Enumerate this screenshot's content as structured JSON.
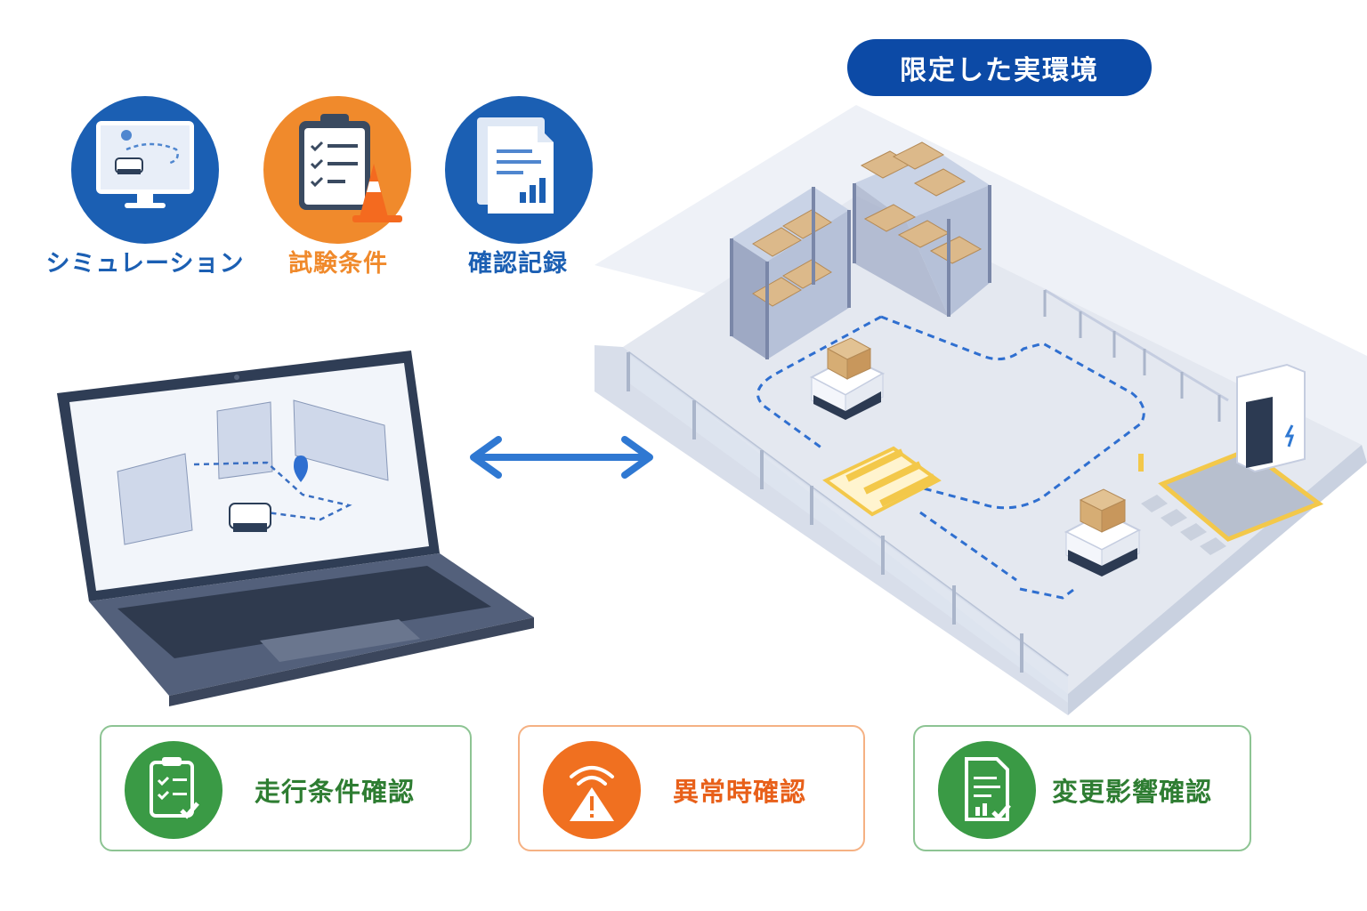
{
  "top_icons": [
    {
      "label": "シミュレーション",
      "icon": "monitor-robot-route-icon",
      "color": "#1b5fb3"
    },
    {
      "label": "試験条件",
      "icon": "clipboard-checklist-cone-icon",
      "color": "#f08a2c"
    },
    {
      "label": "確認記録",
      "icon": "document-chart-icon",
      "color": "#1b5fb3"
    }
  ],
  "environment": {
    "badge": "限定した実環境"
  },
  "cards": [
    {
      "label": "走行条件確認",
      "icon": "clipboard-check-icon",
      "color": "#3a9a45",
      "text_color": "#2e7d32"
    },
    {
      "label": "異常時確認",
      "icon": "warning-signal-icon",
      "color": "#f07020",
      "text_color": "#e8601a"
    },
    {
      "label": "変更影響確認",
      "icon": "document-chart-check-icon",
      "color": "#3a9a45",
      "text_color": "#2e7d32"
    }
  ],
  "colors": {
    "primary_blue": "#1b5fb3",
    "dark_blue": "#0c4aa6",
    "orange": "#f08a2c",
    "green": "#3a9a45",
    "floor": "#e4e8f0"
  }
}
